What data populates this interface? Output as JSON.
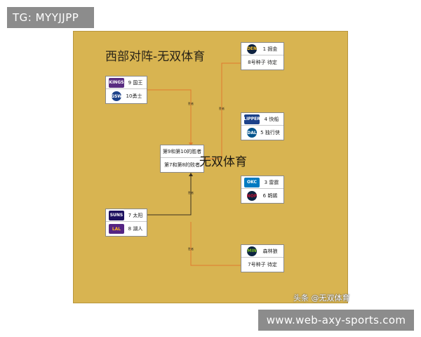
{
  "watermark_tag": "TG: MYYJJPP",
  "title": "西部对阵-无双体育",
  "center_watermark": "无双体育",
  "credit": "头条 @无双体育",
  "footer_url": "www.web-axy-sports.com",
  "connector_label": "胜者",
  "colors": {
    "board": "#d8b451",
    "line_orange": "#e07a2e",
    "line_dark": "#3a3020",
    "tag_bg": "#8c8c8c"
  },
  "left_top_card": {
    "rows": [
      {
        "label": "9 国王",
        "logo_text": "KINGS",
        "logo_color": "#5a2d81",
        "icon": "kings-logo-icon"
      },
      {
        "label": "10勇士",
        "logo_text": "GSW",
        "logo_color": "#1d428a",
        "icon": "warriors-logo-icon"
      }
    ]
  },
  "center_card": {
    "rows": [
      "第9和第10的胜者",
      "第7和第8的败者"
    ]
  },
  "left_bottom_card": {
    "rows": [
      {
        "label": "7 太阳",
        "logo_text": "SUNS",
        "logo_color": "#1d1160",
        "icon": "suns-logo-icon"
      },
      {
        "label": "8 湖人",
        "logo_text": "LAL",
        "logo_color": "#552583",
        "icon": "lakers-logo-icon"
      }
    ]
  },
  "right_cards": [
    {
      "name": "nuggets",
      "rows": [
        {
          "label": "1 掘金",
          "logo_text": "DEN",
          "logo_color": "#0e2240",
          "icon": "nuggets-logo-icon"
        },
        {
          "label": "8号种子 待定"
        }
      ]
    },
    {
      "name": "clippers",
      "rows": [
        {
          "label": "4 快船",
          "logo_text": "CLIPPERS",
          "logo_color": "#1d428a",
          "icon": "clippers-logo-icon"
        },
        {
          "label": "5 独行侠",
          "logo_text": "DAL",
          "logo_color": "#00538c",
          "icon": "mavericks-logo-icon"
        }
      ]
    },
    {
      "name": "thunder",
      "rows": [
        {
          "label": "3 雷霆",
          "logo_text": "OKC",
          "logo_color": "#007ac1",
          "icon": "thunder-logo-icon"
        },
        {
          "label": "6 鹈鹕",
          "logo_text": "NOP",
          "logo_color": "#0c2340",
          "icon": "pelicans-logo-icon"
        }
      ]
    },
    {
      "name": "timberwolves",
      "rows": [
        {
          "label": "森林狼",
          "logo_text": "MIN",
          "logo_color": "#0c2340",
          "icon": "timberwolves-logo-icon"
        },
        {
          "label": "7号种子 待定"
        }
      ]
    }
  ]
}
